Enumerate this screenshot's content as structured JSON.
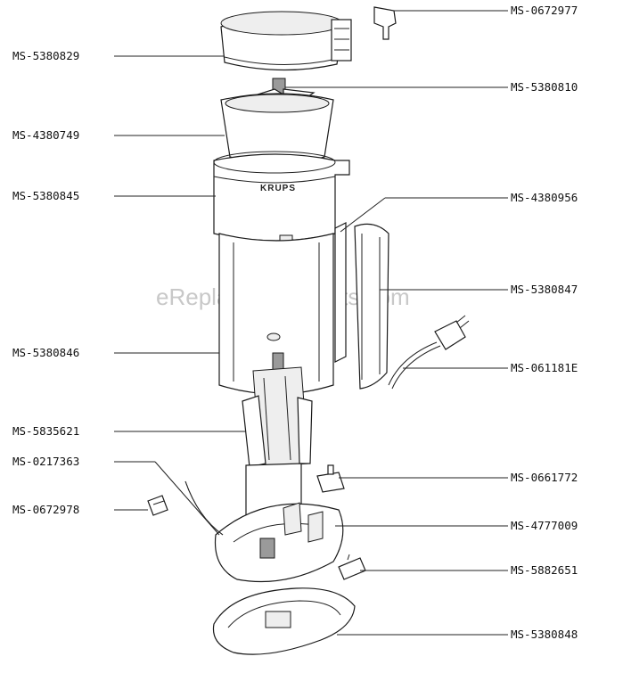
{
  "watermark": "eReplacementParts.com",
  "brand": "KRUPS",
  "labels": {
    "ms_0672977": "MS-0672977",
    "ms_5380829": "MS-5380829",
    "ms_5380810": "MS-5380810",
    "ms_4380749": "MS-4380749",
    "ms_5380845": "MS-5380845",
    "ms_4380956": "MS-4380956",
    "ms_5380847": "MS-5380847",
    "ms_5380846": "MS-5380846",
    "ms_061181e": "MS-061181E",
    "ms_5835621": "MS-5835621",
    "ms_0217363": "MS-0217363",
    "ms_0661772": "MS-0661772",
    "ms_0672978": "MS-0672978",
    "ms_4777009": "MS-4777009",
    "ms_5882651": "MS-5882651",
    "ms_5380848": "MS-5380848"
  }
}
